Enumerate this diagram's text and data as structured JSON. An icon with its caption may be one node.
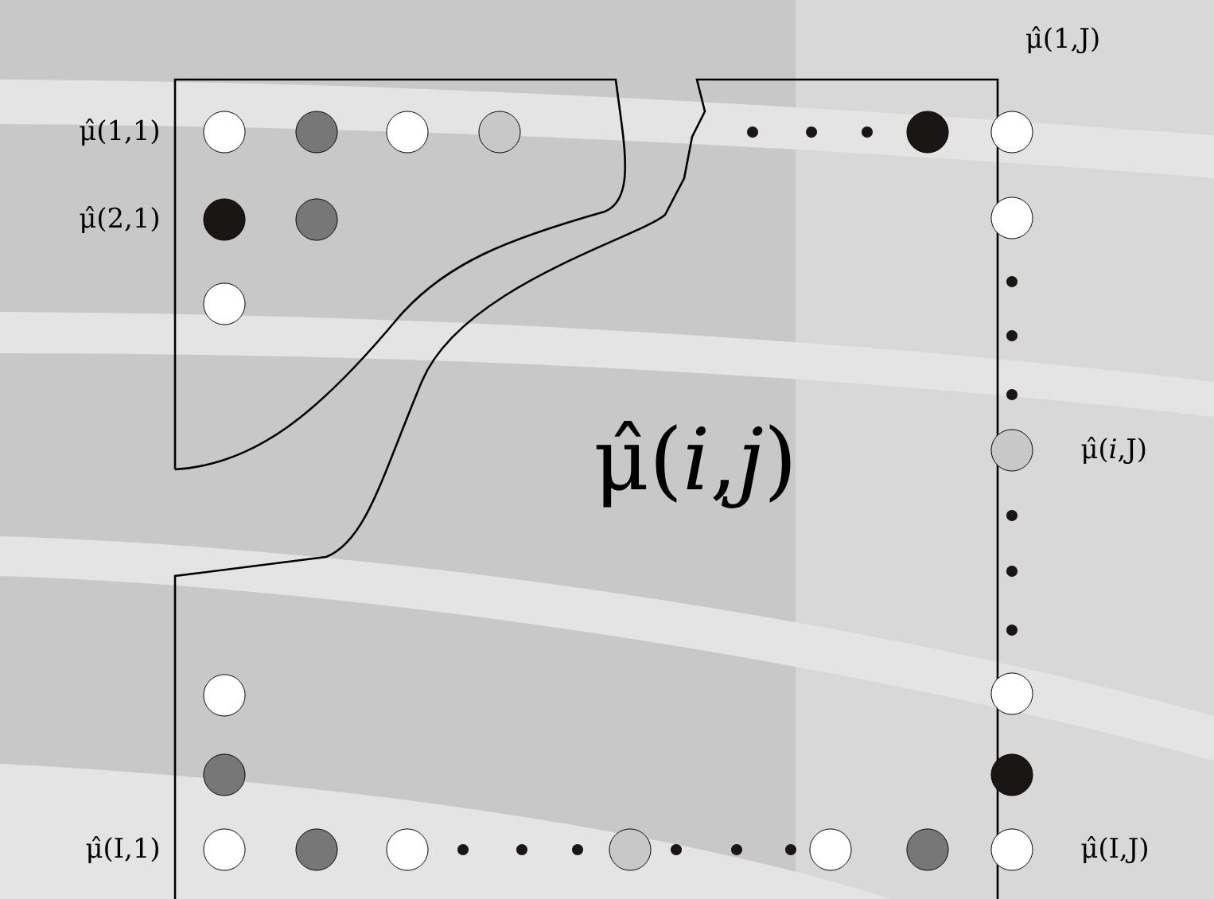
{
  "diagram": {
    "labels": [
      "μ̂(1,J)",
      "μ̂(1,1)",
      "μ̂(2,1)",
      "μ̂(*i*,*j*)",
      "μ̂(*i*,J)",
      "μ̂(I,1)",
      "μ̂(I,J)"
    ]
  }
}
